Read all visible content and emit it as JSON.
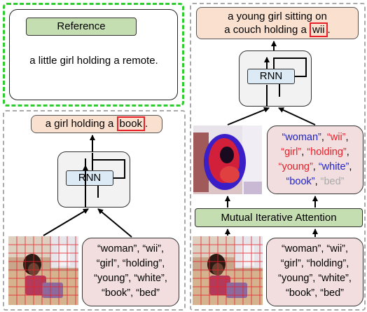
{
  "reference": {
    "title": "Reference",
    "caption": "a little girl holding a remote."
  },
  "left": {
    "caption_pre": "a girl holding a ",
    "caption_hl": "book",
    "caption_post": ".",
    "rnn_label": "RNN",
    "words": [
      "“woman”, “wii”,",
      "“girl”, “holding”,",
      "“young”, “white”,",
      "“book”, “bed”"
    ]
  },
  "right": {
    "caption_line1": "a young girl sitting on",
    "caption_line2_pre": "a couch holding a ",
    "caption_hl": "wii",
    "caption_post": ".",
    "rnn_label": "RNN",
    "attention_label": "Mutual Iterative Attention",
    "words_bottom": [
      "“woman”, “wii”,",
      "“girl”, “holding”,",
      "“young”, “white”,",
      "“book”, “bed”"
    ],
    "words_top": [
      [
        {
          "t": "“woman”",
          "c": "blue"
        },
        {
          "t": ", ",
          "c": "black"
        },
        {
          "t": "“wii”",
          "c": "red"
        },
        {
          "t": ",",
          "c": "black"
        }
      ],
      [
        {
          "t": "“girl”",
          "c": "red"
        },
        {
          "t": ", ",
          "c": "black"
        },
        {
          "t": "“holding”",
          "c": "red"
        },
        {
          "t": ",",
          "c": "black"
        }
      ],
      [
        {
          "t": "“young”",
          "c": "red"
        },
        {
          "t": ", ",
          "c": "black"
        },
        {
          "t": "“white”",
          "c": "blue"
        },
        {
          "t": ",",
          "c": "black"
        }
      ],
      [
        {
          "t": "“book”",
          "c": "blue"
        },
        {
          "t": ", ",
          "c": "black"
        },
        {
          "t": "“bed”",
          "c": "gray"
        }
      ]
    ]
  },
  "colors": {
    "reference_border": "#2ecc2e",
    "highlight": "#e8202a",
    "caption_fill": "#fae0cf",
    "words_fill": "#f2dede",
    "attention_fill": "#c5deb1",
    "rnn_fill": "#dbeaf5"
  }
}
